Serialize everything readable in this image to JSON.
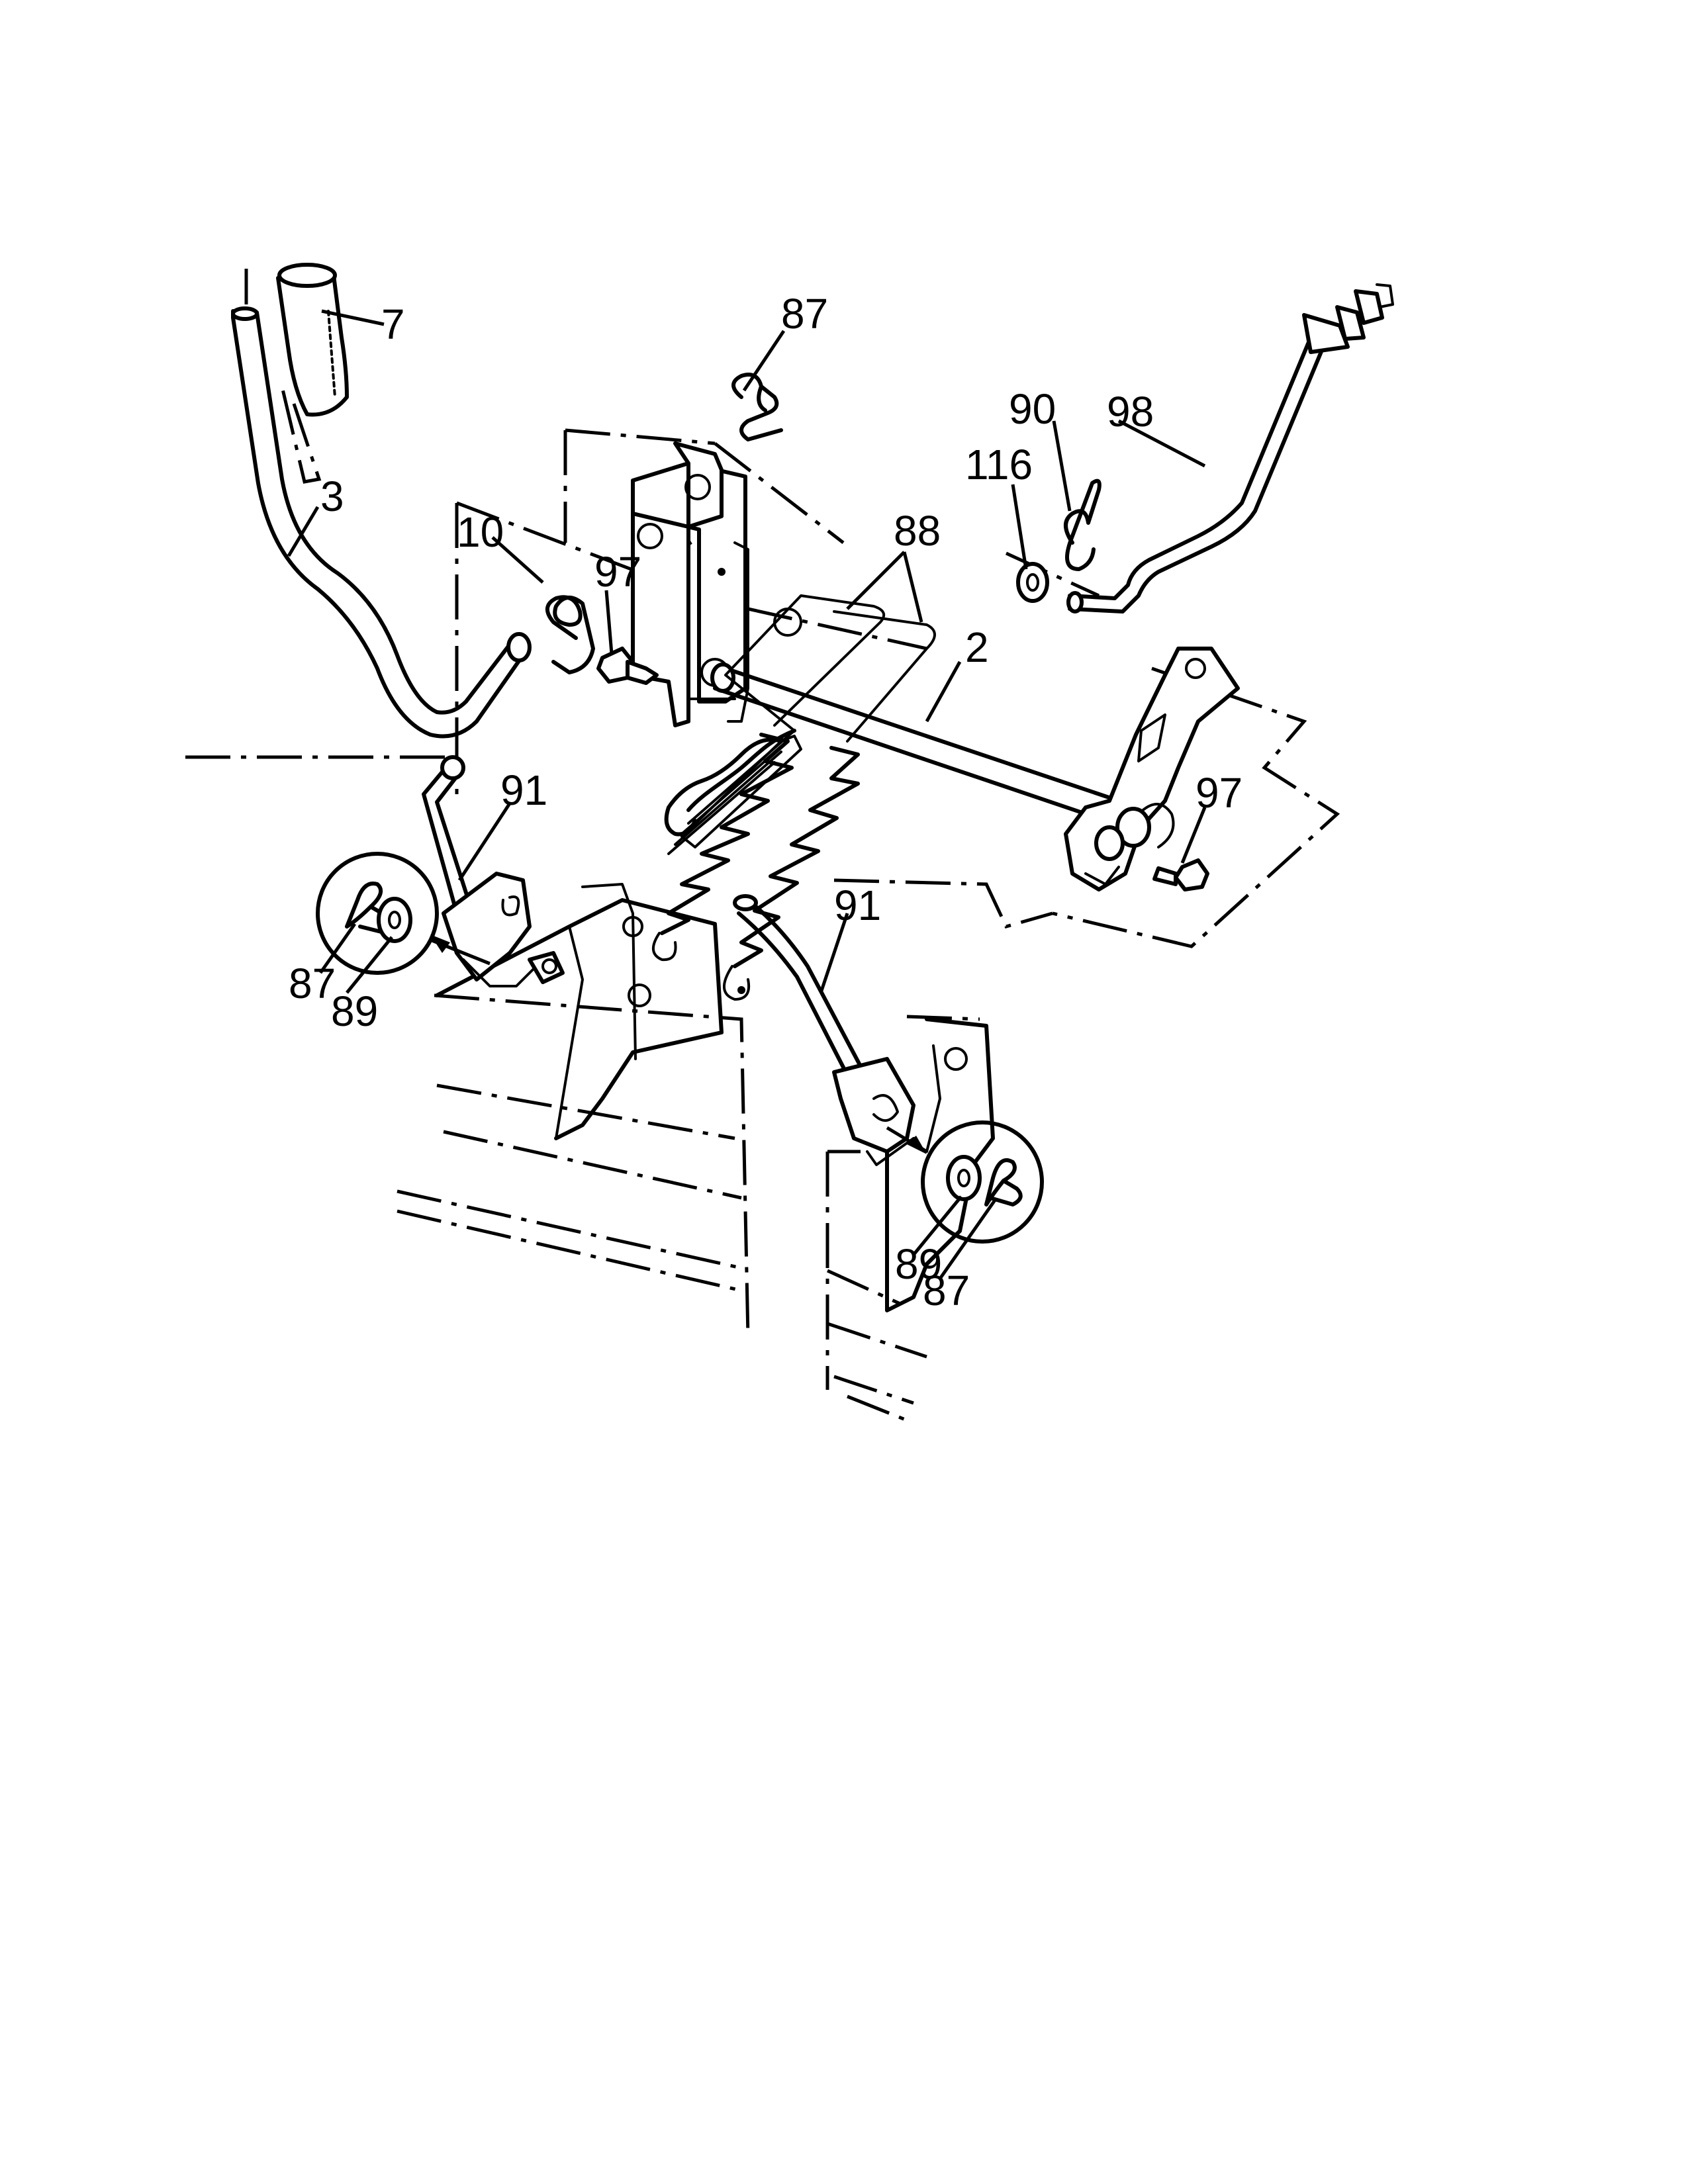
{
  "callouts": {
    "lift_handle_grip": "7",
    "lift_handle": "3",
    "hairpin_clip_top": "87",
    "torsion_spring": "10",
    "bolt_left": "97",
    "assist_springs": "88",
    "lift_shaft": "2",
    "washer": "116",
    "hairpin_clip_adjuster": "90",
    "adjuster_rod": "98",
    "bolt_right": "97",
    "lift_link_left": "91",
    "lift_link_right": "91",
    "detail_left_clip": "87",
    "detail_left_washer": "89",
    "detail_right_washer": "89",
    "detail_right_clip": "87"
  },
  "ui_colors": {
    "line": "#000000",
    "background": "#ffffff"
  }
}
